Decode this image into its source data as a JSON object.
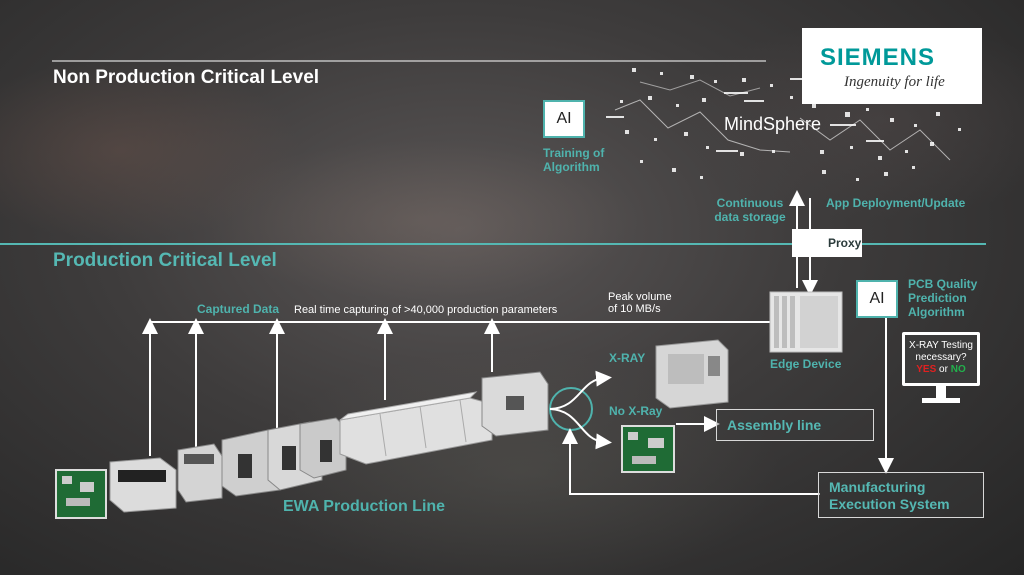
{
  "levels": {
    "non_production": "Non Production Critical Level",
    "production": "Production Critical Level"
  },
  "brand": {
    "name": "SIEMENS",
    "tagline": "Ingenuity for life"
  },
  "cloud": {
    "name": "MindSphere",
    "ai_label": "AI",
    "training_line1": "Training of",
    "training_line2": "Algorithm",
    "storage_line1": "Continuous",
    "storage_line2": "data storage",
    "deployment": "App Deployment/Update"
  },
  "proxy": {
    "label": "Proxy"
  },
  "edge": {
    "ai_label": "AI",
    "pcb_line1": "PCB Quality",
    "pcb_line2": "Prediction",
    "pcb_line3": "Algorithm",
    "device_label": "Edge Device"
  },
  "monitor": {
    "line1": "X-RAY Testing",
    "line2": "necessary?",
    "yes": "YES",
    "or": "or",
    "no": "NO"
  },
  "flow": {
    "captured_data": "Captured Data",
    "realtime": "Real time capturing of >40,000 production parameters",
    "peak_line1": "Peak volume",
    "peak_line2": "of 10 MB/s",
    "xray": "X-RAY",
    "no_xray": "No X-Ray",
    "assembly_line": "Assembly line",
    "mes_line1": "Manufacturing",
    "mes_line2": "Execution System",
    "production_line": "EWA Production Line"
  },
  "colors": {
    "accent": "#4fb3ad",
    "brand": "#009999",
    "yes": "#e02020",
    "no": "#22b14c"
  }
}
